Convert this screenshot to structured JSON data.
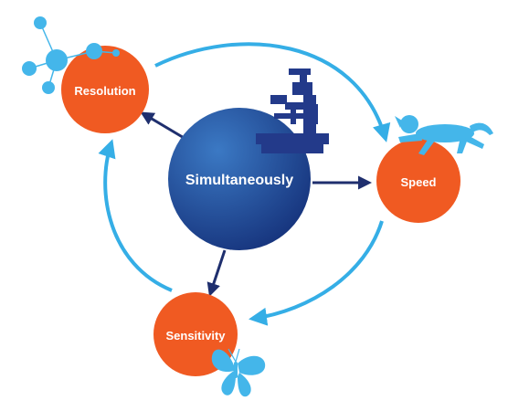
{
  "center": {
    "label": "Simultaneously",
    "icon": "microscope-icon"
  },
  "nodes": [
    {
      "label": "Resolution",
      "icon": "molecule-icon"
    },
    {
      "label": "Speed",
      "icon": "cheetah-icon"
    },
    {
      "label": "Sensitivity",
      "icon": "butterfly-icon"
    }
  ],
  "colors": {
    "node_orange": "#f05a22",
    "center_light": "#3b79c4",
    "center_dark": "#17357e",
    "arrow_light_blue": "#35aee6",
    "arrow_navy": "#1f2f6e",
    "icon_light_blue": "#44b6ea",
    "icon_navy": "#233a8a"
  }
}
